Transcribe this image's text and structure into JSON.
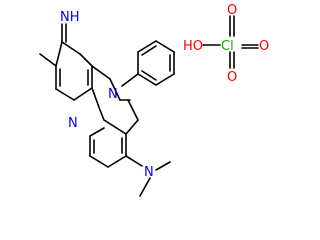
{
  "structure": {
    "atom_labels": {
      "imine": "NH",
      "ring_n_top": "N",
      "ring_n_bottom": "N",
      "dimethylamino_n": "N",
      "perchlorate_oh": "HO",
      "perchlorate_cl": "Cl",
      "perchlorate_o_top": "O",
      "perchlorate_o_right": "O",
      "perchlorate_o_bottom": "O"
    }
  },
  "colors": {
    "bond": "#000000",
    "nitrogen": "#0000ff",
    "oxygen": "#ff0000",
    "chlorine": "#00b000",
    "background": "#ffffff"
  }
}
